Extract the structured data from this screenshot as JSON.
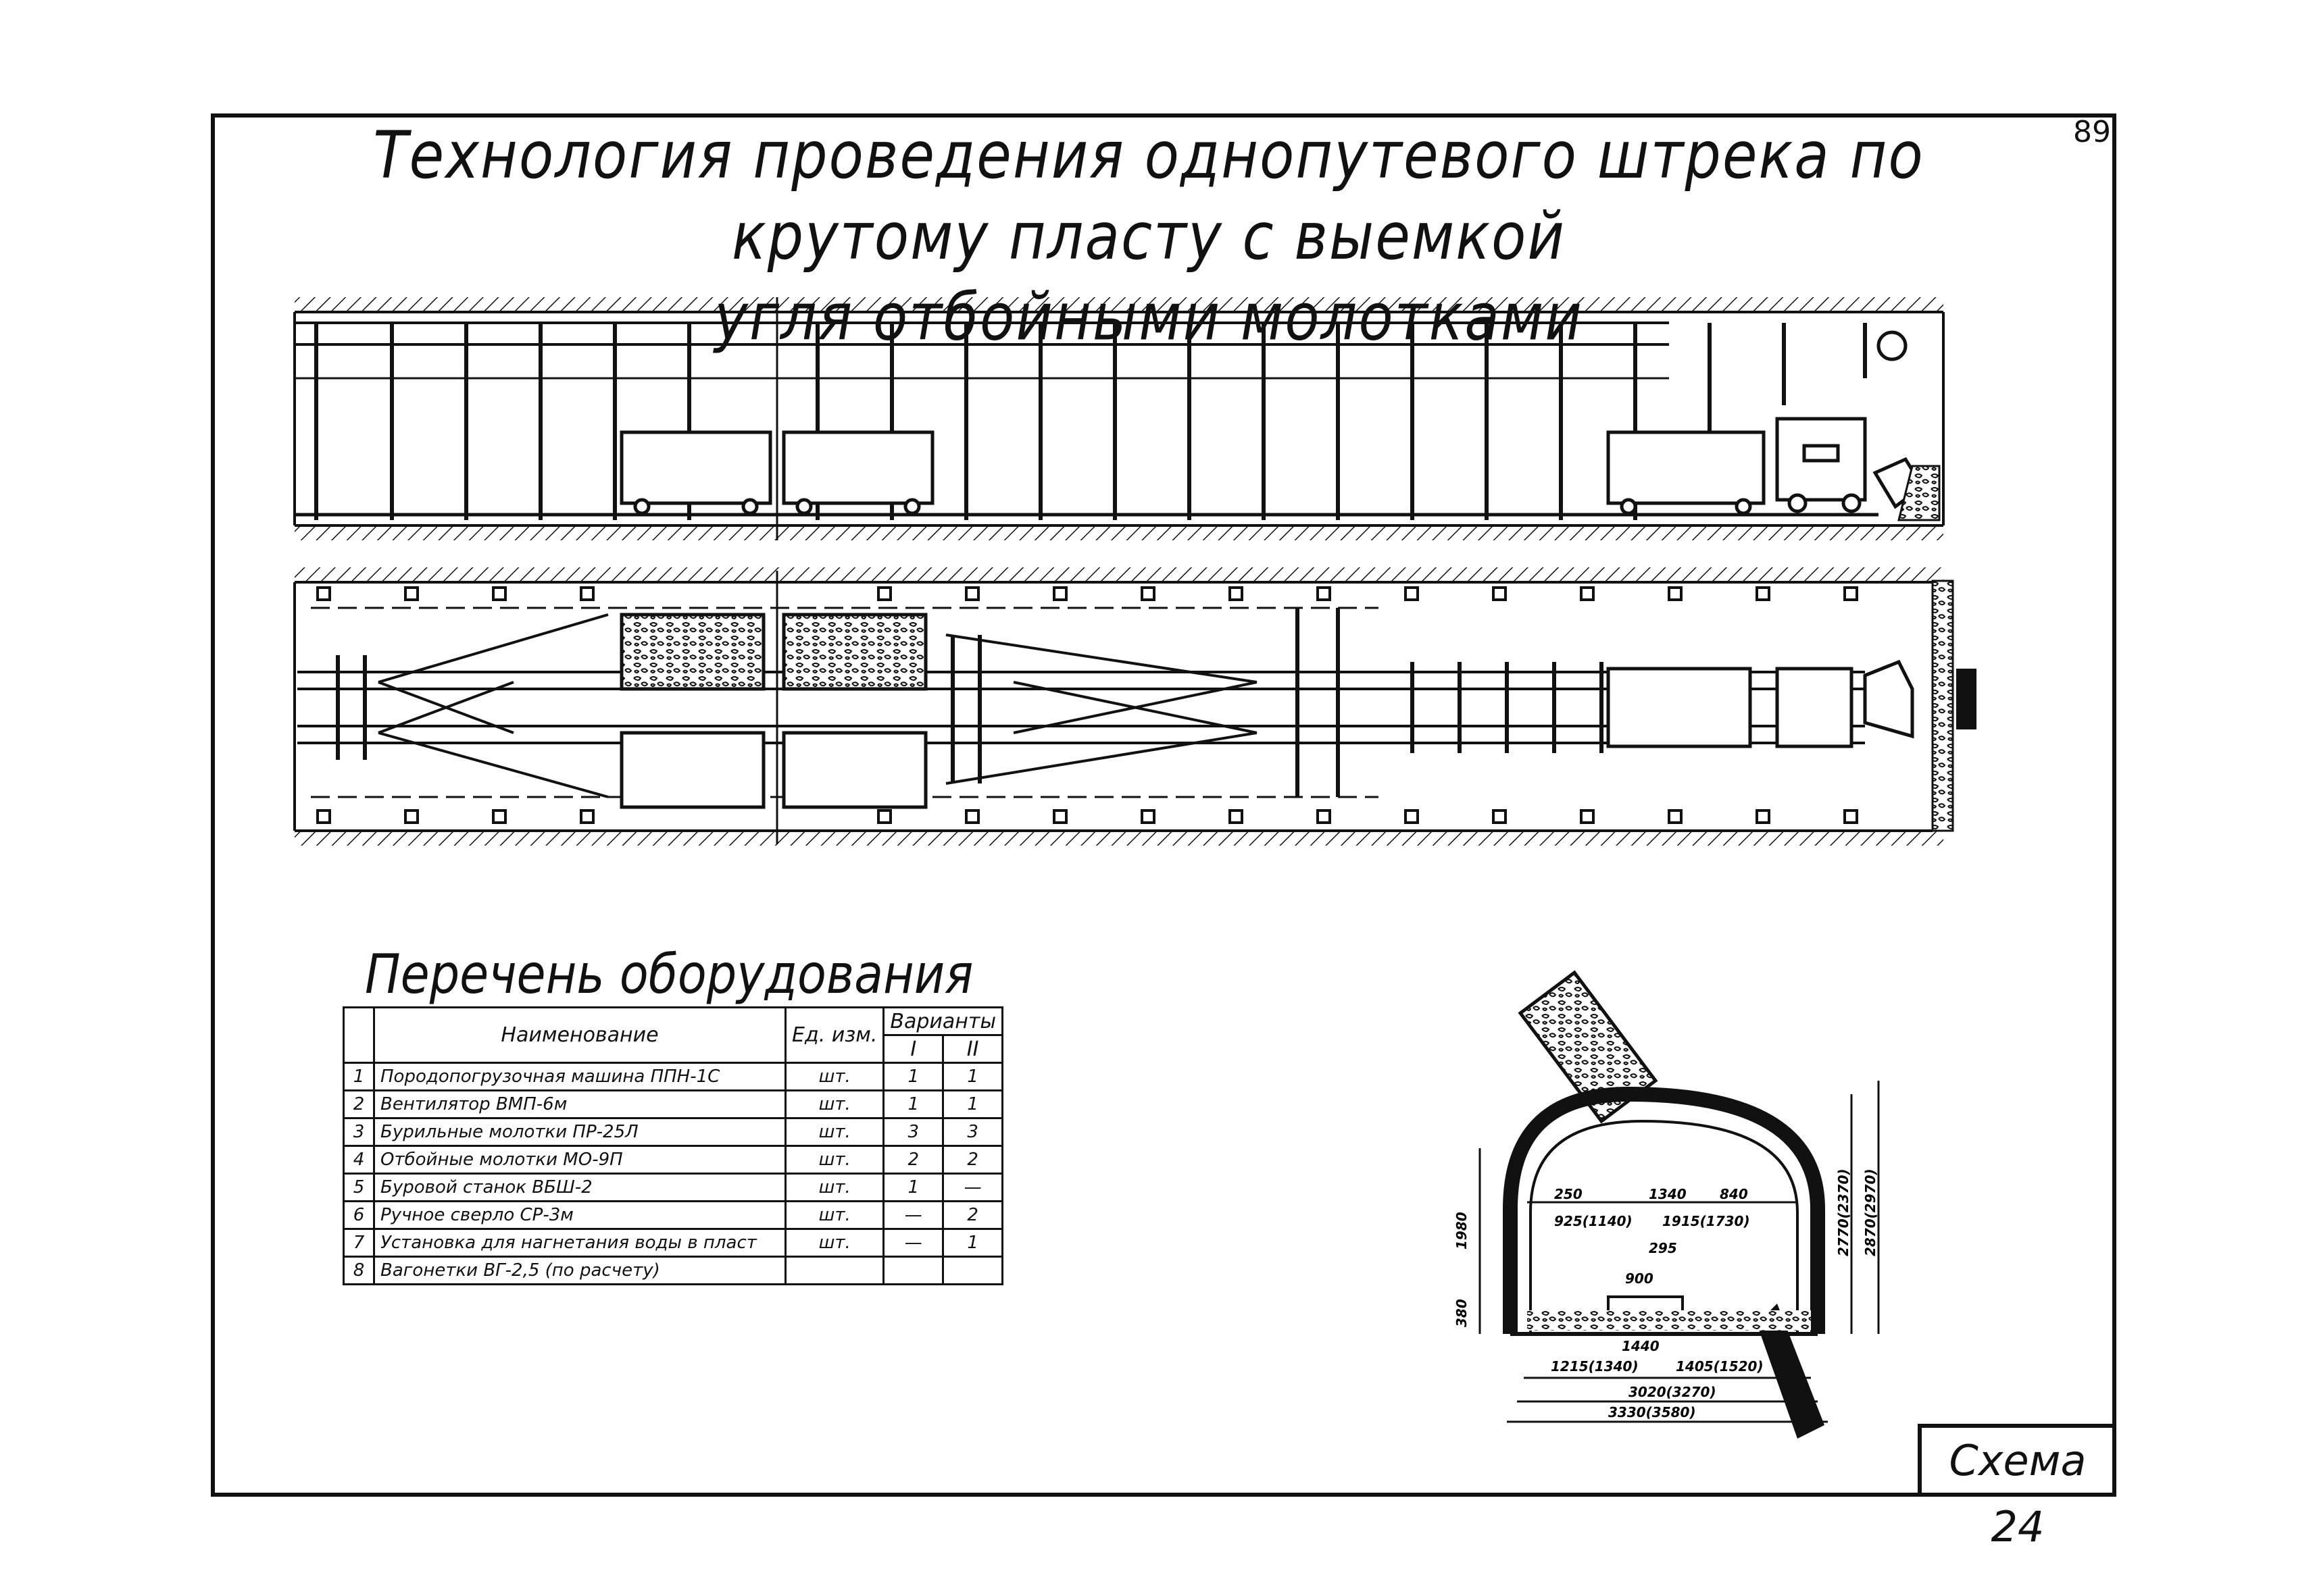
{
  "page_number": "89",
  "title_line1": "Технология проведения однопутевого штрека по крутому пласту с выемкой",
  "title_line2": "угля отбойными молотками",
  "equipment_heading": "Перечень оборудования",
  "table": {
    "header_name": "Наименование",
    "header_unit": "Ед. изм.",
    "header_variants": "Варианты",
    "header_v1": "I",
    "header_v2": "II",
    "rows": [
      {
        "num": "1",
        "name": "Породопогрузочная машина ППН-1С",
        "unit": "шт.",
        "v1": "1",
        "v2": "1"
      },
      {
        "num": "2",
        "name": "Вентилятор ВМП-6м",
        "unit": "шт.",
        "v1": "1",
        "v2": "1"
      },
      {
        "num": "3",
        "name": "Бурильные молотки ПР-25Л",
        "unit": "шт.",
        "v1": "3",
        "v2": "3"
      },
      {
        "num": "4",
        "name": "Отбойные молотки МО-9П",
        "unit": "шт.",
        "v1": "2",
        "v2": "2"
      },
      {
        "num": "5",
        "name": "Буровой станок ВБШ-2",
        "unit": "шт.",
        "v1": "1",
        "v2": "—"
      },
      {
        "num": "6",
        "name": "Ручное сверло СР-3м",
        "unit": "шт.",
        "v1": "—",
        "v2": "2"
      },
      {
        "num": "7",
        "name": "Установка для нагнетания воды в пласт",
        "unit": "шт.",
        "v1": "—",
        "v2": "1"
      },
      {
        "num": "8",
        "name": "Вагонетки ВГ-2,5 (по расчету)",
        "unit": "",
        "v1": "",
        "v2": ""
      }
    ]
  },
  "section_dims": {
    "d250": "250",
    "d1340": "1340",
    "d840": "840",
    "d925": "925(1140)",
    "d1915": "1915(1730)",
    "d295": "295",
    "d900": "900",
    "d1440": "1440",
    "d1215": "1215(1340)",
    "d1405": "1405(1520)",
    "d3020": "3020(3270)",
    "d3330": "3330(3580)",
    "d1980": "1980",
    "d380": "380",
    "d2770": "2770(2370)",
    "d2870": "2870(2970)"
  },
  "scheme_label": "Схема 24"
}
